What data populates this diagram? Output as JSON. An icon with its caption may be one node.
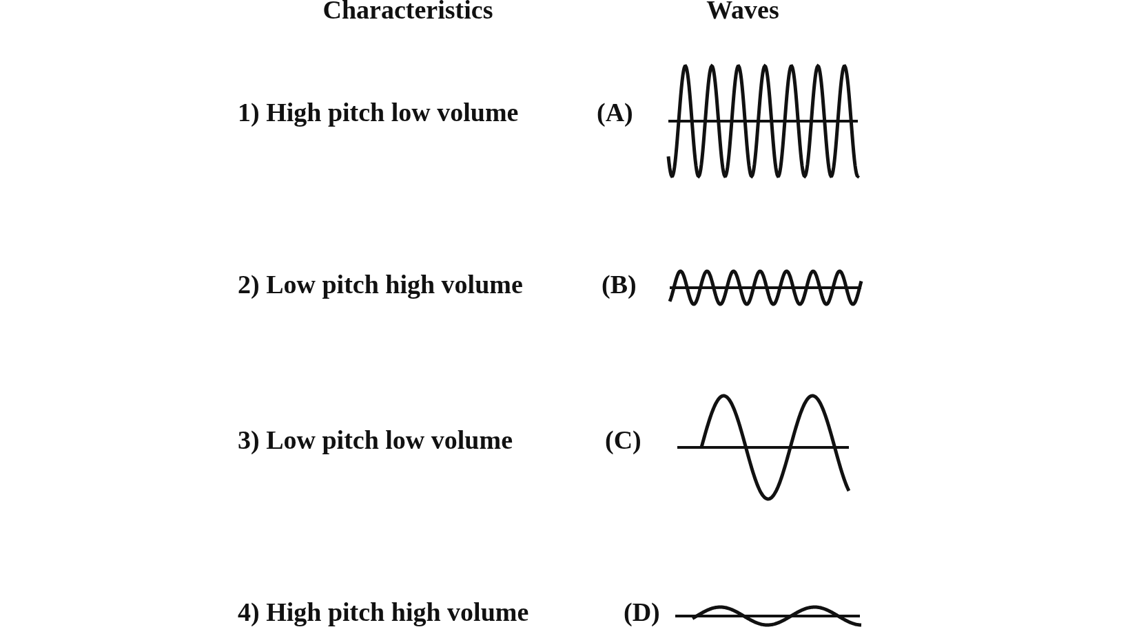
{
  "diagram": {
    "labels": [
      "Characteristics",
      "Waves",
      "1) High pitch low volume",
      "(A)",
      "2) Low pitch high volume",
      "(B)",
      "3) Low pitch low volume",
      "(C)",
      "4) High pitch high volume",
      "(D)"
    ]
  }
}
